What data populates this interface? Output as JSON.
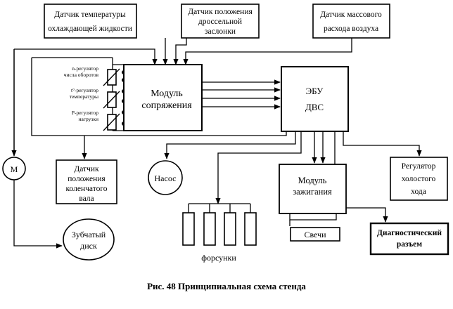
{
  "diagram": {
    "sensor_coolant": [
      "Датчик температуры",
      "охлаждающей жидкости"
    ],
    "sensor_throttle": [
      "Датчик положения",
      "дроссельной",
      "заслонки"
    ],
    "sensor_airflow": [
      "Датчик массового",
      "расхода воздуха"
    ],
    "regulator_rpm": [
      "n-регулятор",
      "числа оборотов"
    ],
    "regulator_temp": [
      "t°-регулятор",
      "температуры"
    ],
    "regulator_load": [
      "P-регулятор",
      "нагрузки"
    ],
    "interface_module": [
      "Модуль",
      "сопряжения"
    ],
    "ecu": [
      "ЭБУ",
      "ДВС"
    ],
    "motor": "М",
    "crank_sensor": [
      "Датчик",
      "положения",
      "коленчатого",
      "вала"
    ],
    "pump": "Насос",
    "gear_disk": [
      "Зубчатый",
      "диск"
    ],
    "ignition_module": [
      "Модуль",
      "зажигания"
    ],
    "spark_plugs": "Свечи",
    "idle_regulator": [
      "Регулятор",
      "холостого",
      "хода"
    ],
    "diag_connector": [
      "Диагностический",
      "разъем"
    ],
    "injectors": "форсунки",
    "caption": "Рис. 48 Принципиальная схема стенда"
  }
}
